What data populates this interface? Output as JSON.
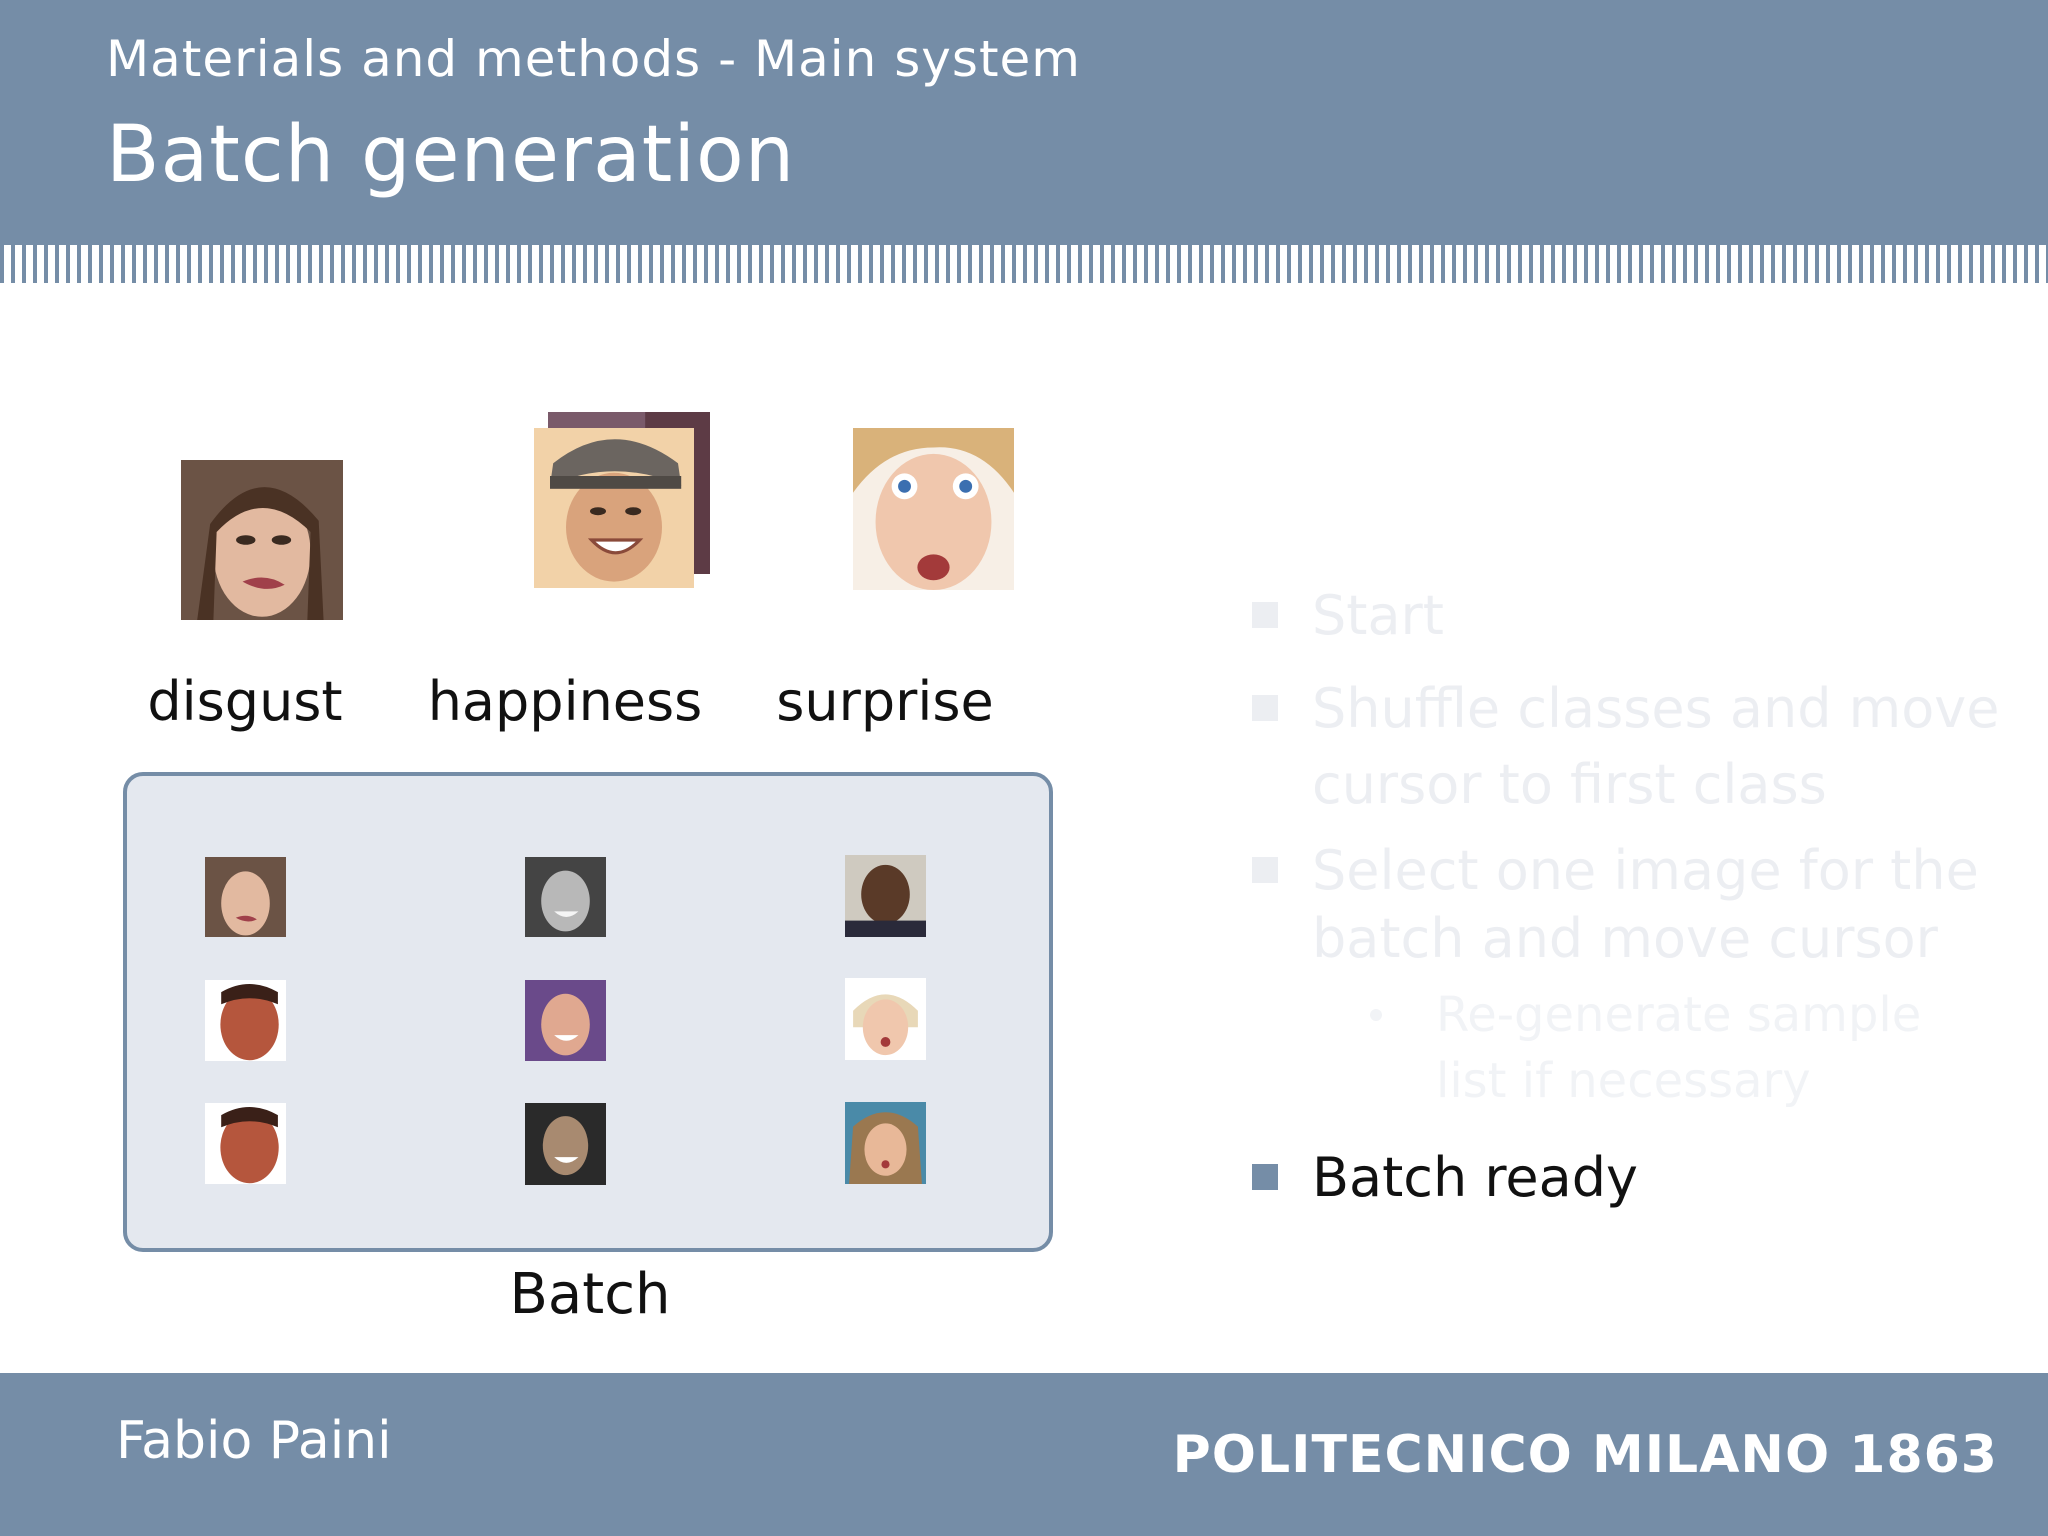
{
  "header": {
    "subtitle": "Materials and methods - Main system",
    "title": "Batch generation"
  },
  "classes": [
    {
      "label": "disgust"
    },
    {
      "label": "happiness"
    },
    {
      "label": "surprise"
    }
  ],
  "batch": {
    "label": "Batch"
  },
  "steps": {
    "start": "Start",
    "shuffle_line1": "Shuffle classes and move",
    "shuffle_line2": "cursor to first class",
    "select_line1": "Select one image for the",
    "select_line2": "batch and move cursor",
    "regen_line1": "Re-generate sample",
    "regen_line2": "list if necessary",
    "ready": "Batch ready"
  },
  "footer": {
    "author": "Fabio Paini",
    "institution": "POLITECNICO MILANO 1863"
  },
  "colors": {
    "accent": "#758da7",
    "batch_bg": "#e4e8ef",
    "faded_text": "#eceef2"
  }
}
